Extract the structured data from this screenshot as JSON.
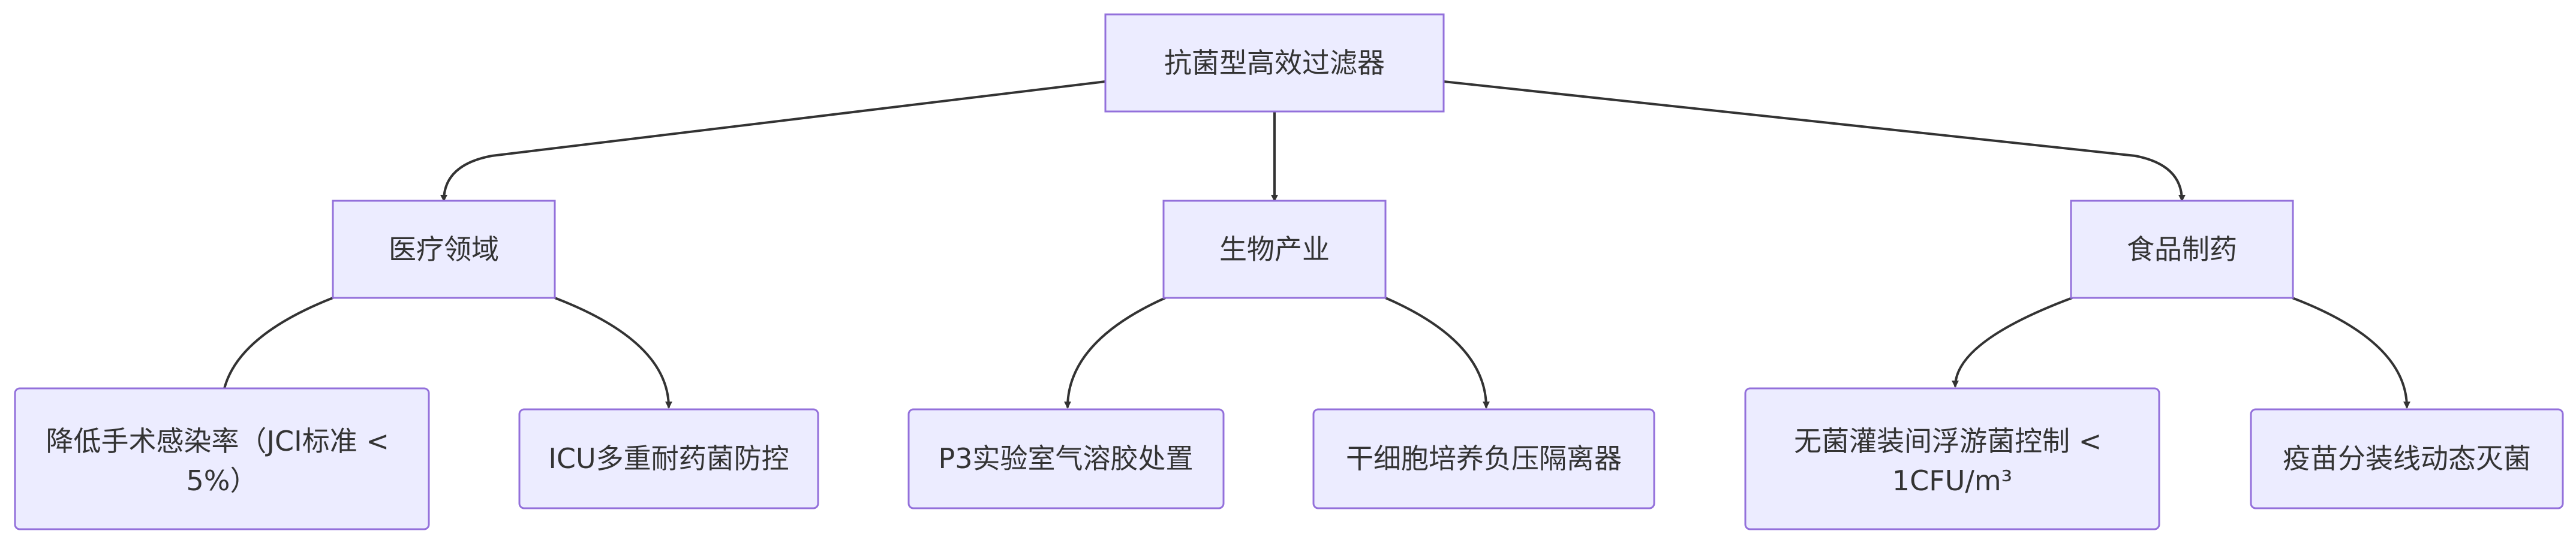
{
  "colors": {
    "node_fill": "#ececff",
    "node_stroke": "#9370db",
    "edge": "#333333",
    "text": "#333333"
  },
  "nodes": {
    "root": {
      "lines": [
        "抗菌型高效过滤器"
      ]
    },
    "medical": {
      "lines": [
        "医疗领域"
      ]
    },
    "bio": {
      "lines": [
        "生物产业"
      ]
    },
    "food": {
      "lines": [
        "食品制药"
      ]
    },
    "surgery": {
      "lines": [
        "降低手术感染率（JCI标准 <",
        "5%）"
      ]
    },
    "icu": {
      "lines": [
        "ICU多重耐药菌防控"
      ]
    },
    "p3": {
      "lines": [
        "P3实验室气溶胶处置"
      ]
    },
    "stemcell": {
      "lines": [
        "干细胞培养负压隔离器"
      ]
    },
    "aseptic": {
      "lines": [
        "无菌灌装间浮游菌控制 <",
        "1CFU/m³"
      ]
    },
    "vaccine": {
      "lines": [
        "疫苗分装线动态灭菌"
      ]
    }
  }
}
